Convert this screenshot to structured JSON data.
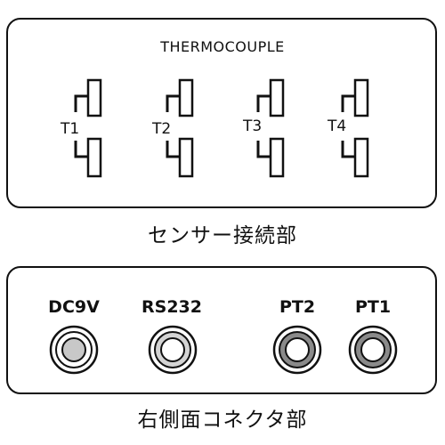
{
  "sensor_panel": {
    "title": "THERMOCOUPLE",
    "caption": "センサー接続部",
    "terminals": [
      {
        "label": "T1"
      },
      {
        "label": "T2"
      },
      {
        "label": "T3"
      },
      {
        "label": "T4"
      }
    ]
  },
  "side_panel": {
    "caption": "右側面コネクタ部",
    "connectors": [
      {
        "label": "DC9V",
        "icon": "jack-light-gray-icon",
        "ring_color": "#c8c8c8"
      },
      {
        "label": "RS232",
        "icon": "jack-light-gray-icon",
        "ring_color": "#d4d4d4"
      },
      {
        "label": "PT2",
        "icon": "jack-dark-gray-icon",
        "ring_color": "#8a8a8a"
      },
      {
        "label": "PT1",
        "icon": "jack-dark-gray-icon",
        "ring_color": "#8a8a8a"
      }
    ]
  },
  "colors": {
    "line": "#111111",
    "background": "#ffffff"
  }
}
